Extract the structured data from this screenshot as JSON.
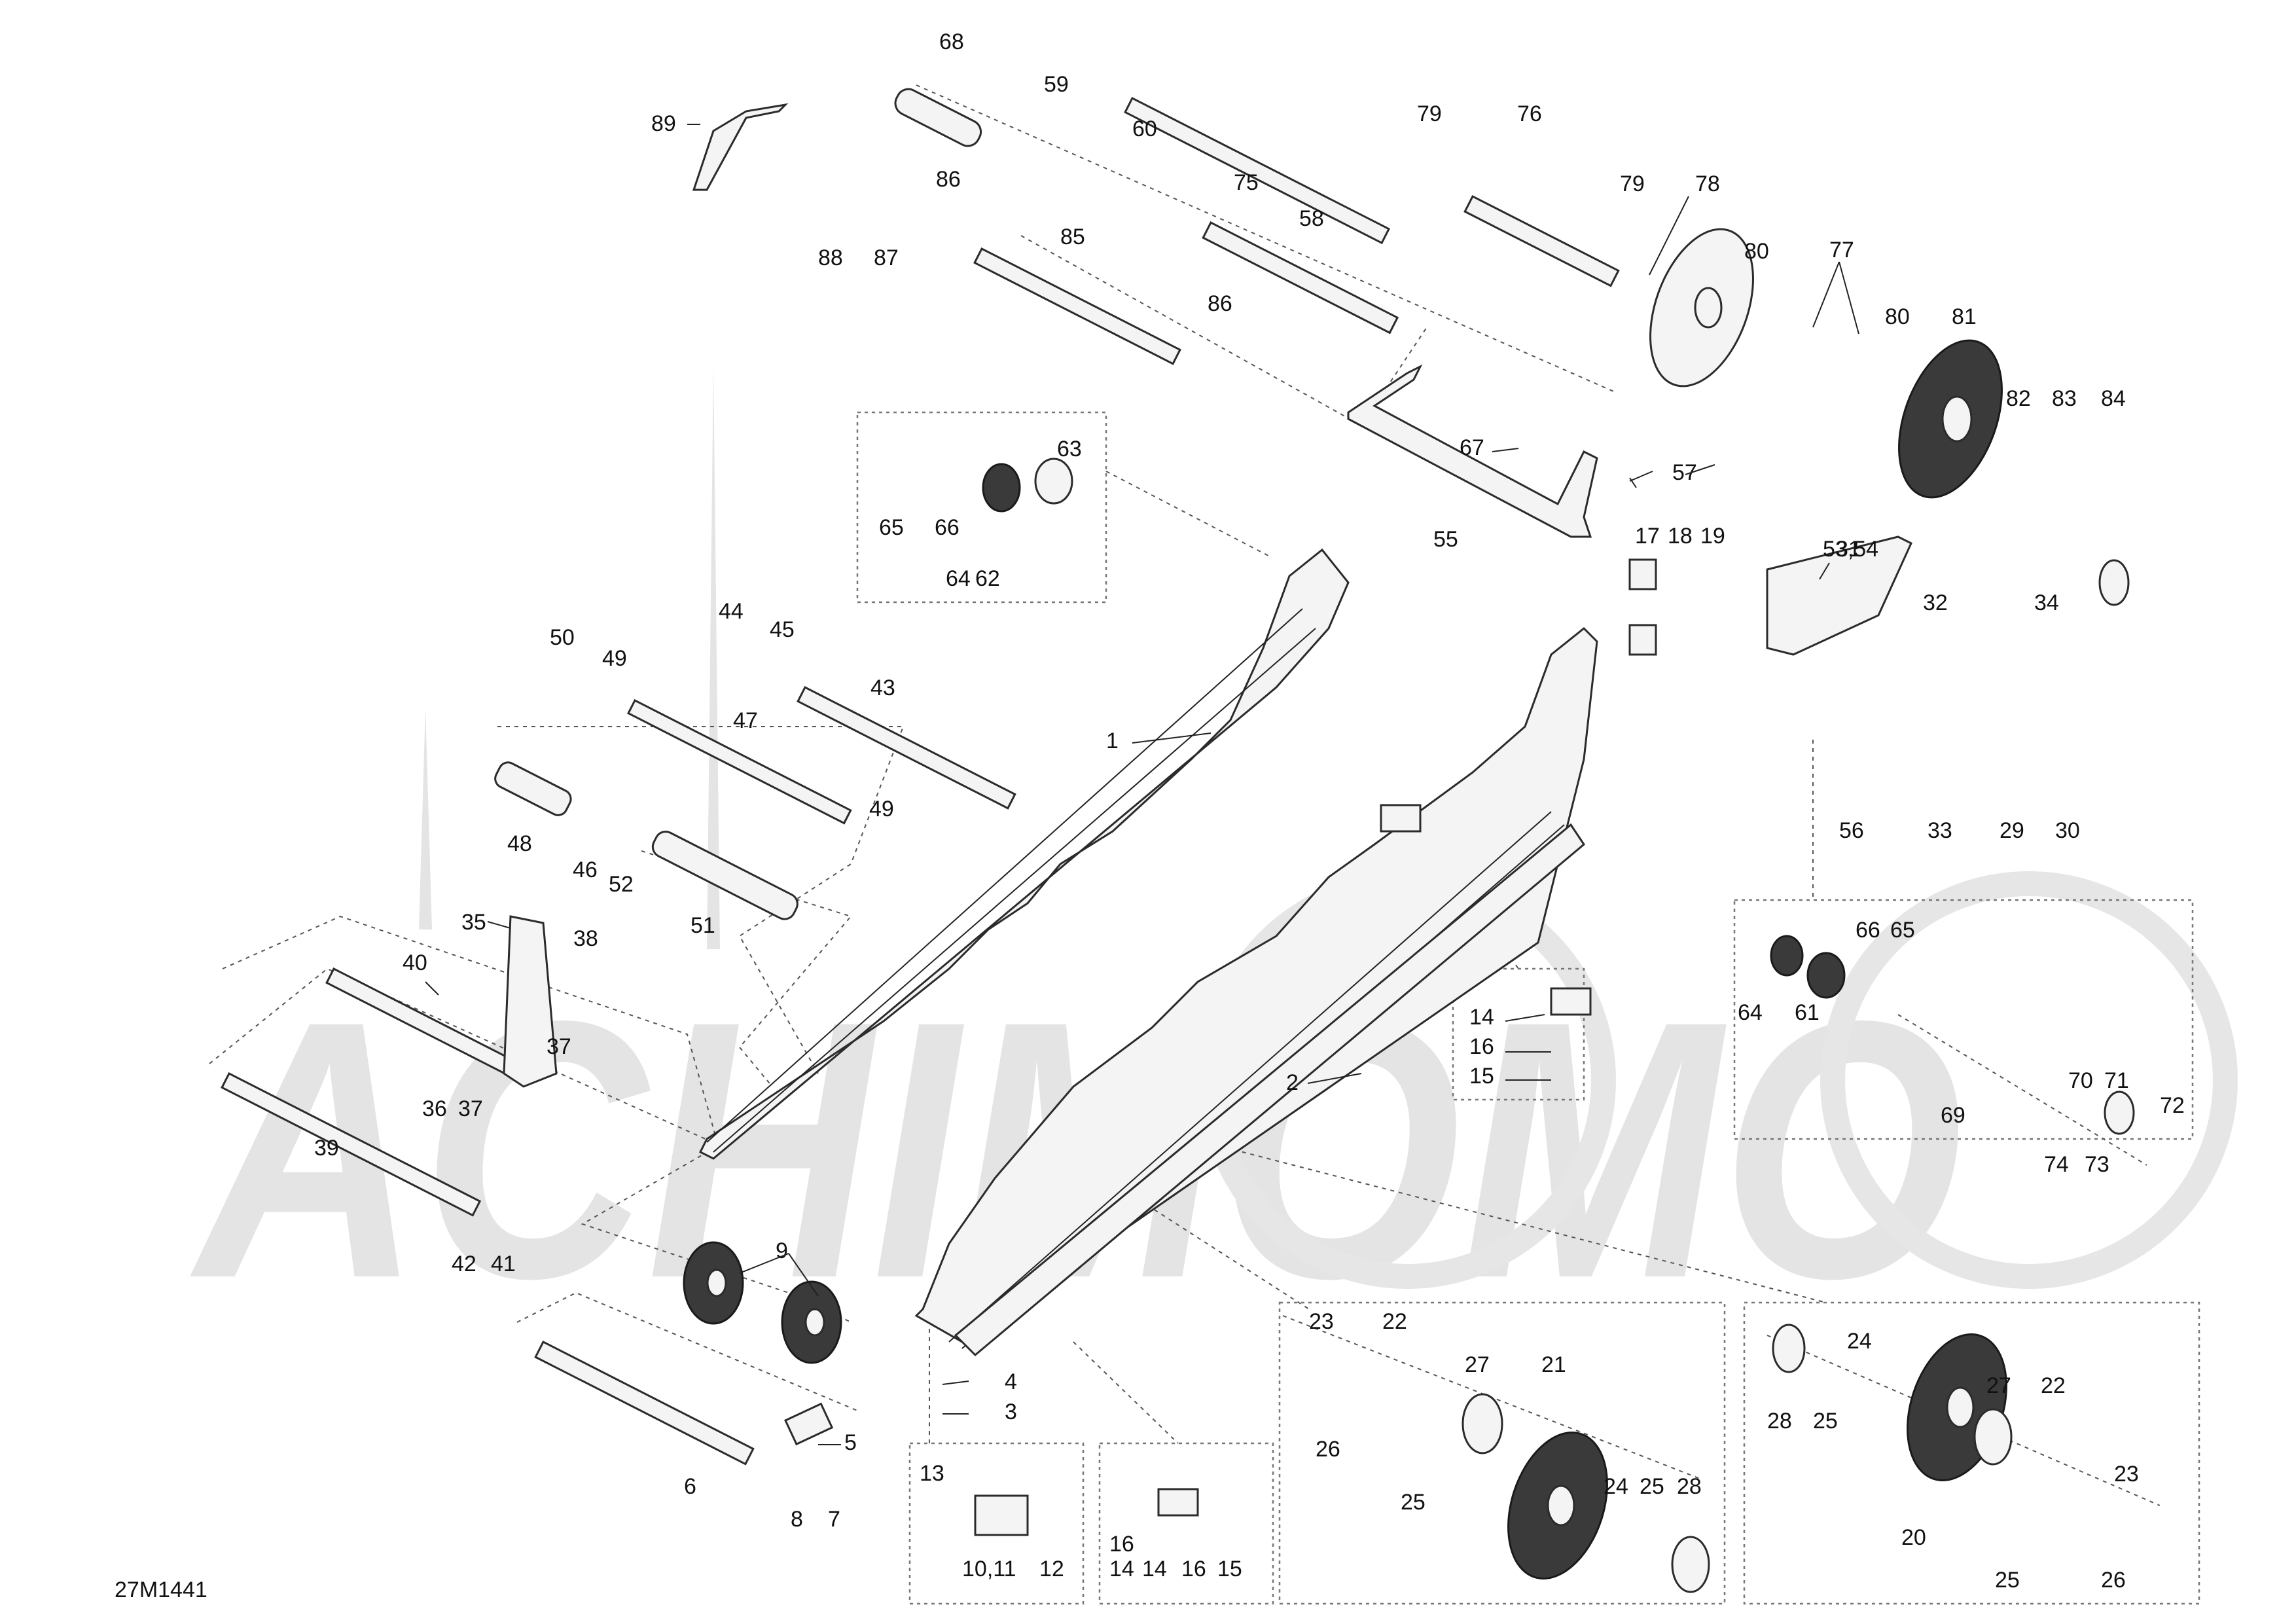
{
  "diagram": {
    "code": "27M1441",
    "watermark": "ACHIMOMO",
    "callouts": [
      "1",
      "2",
      "3",
      "4",
      "5",
      "6",
      "7",
      "8",
      "9",
      "10,11",
      "12",
      "13",
      "14",
      "14",
      "14",
      "15",
      "15",
      "16",
      "16",
      "16",
      "17",
      "18",
      "19",
      "20",
      "21",
      "22",
      "22",
      "23",
      "23",
      "24",
      "24",
      "25",
      "25",
      "25",
      "25",
      "26",
      "26",
      "27",
      "27",
      "28",
      "28",
      "29",
      "30",
      "31",
      "32",
      "33",
      "34",
      "35",
      "36",
      "37",
      "37",
      "38",
      "39",
      "40",
      "41",
      "42",
      "43",
      "44",
      "45",
      "46",
      "47",
      "48",
      "49",
      "49",
      "50",
      "51",
      "52",
      "53,54",
      "55",
      "56",
      "57",
      "58",
      "59",
      "60",
      "61",
      "62",
      "63",
      "64",
      "64",
      "65",
      "65",
      "66",
      "66",
      "67",
      "68",
      "69",
      "70",
      "71",
      "72",
      "73",
      "74",
      "75",
      "76",
      "77",
      "78",
      "79",
      "79",
      "80",
      "80",
      "81",
      "82",
      "83",
      "84",
      "85",
      "86",
      "86",
      "87",
      "88",
      "89"
    ]
  }
}
